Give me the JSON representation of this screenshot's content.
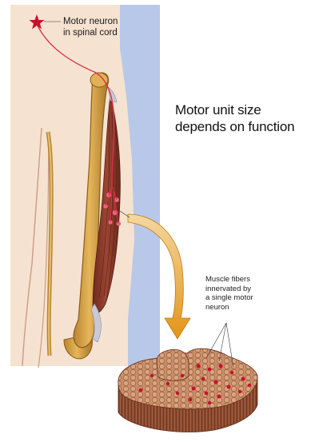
{
  "labels": {
    "motor_neuron": "Motor neuron\nin spinal cord",
    "title": "Motor unit size\ndepends on function",
    "muscle_fibers": "Muscle fibers\ninnervated by\na single motor\nneuron"
  },
  "colors": {
    "panel_skin": "#f6e2d0",
    "panel_blue": "#b8c8e8",
    "bone": "#d9a54a",
    "bone_dark": "#a8772a",
    "muscle": "#8b3a2a",
    "tendon": "#c9c9d6",
    "nerve": "#d8344a",
    "motor_neuron_star": "#c8102e",
    "arrow": "#e8a020",
    "fiber_bundle": "#a0583a",
    "fiber_dot": "#c8102e"
  }
}
